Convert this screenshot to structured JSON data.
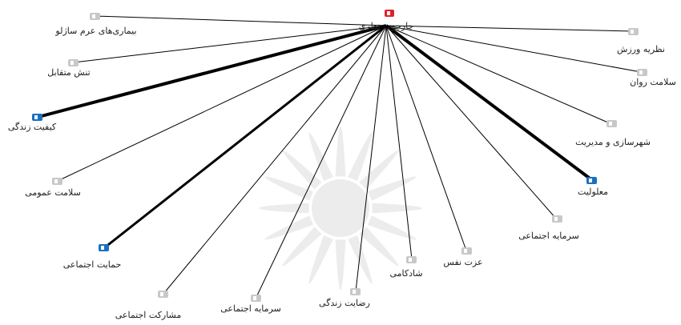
{
  "hub": {
    "label": "چارچوب نظری",
    "color": "#e0202a"
  },
  "colors": {
    "strong": "#1a6fc0",
    "weak": "#c8c8c8",
    "edge": "#000000",
    "watermark": "#ececec"
  },
  "nodes": [
    {
      "id": "n1",
      "label": "بیماری‌های عرم ساژلو",
      "strength": "weak",
      "weight": 1
    },
    {
      "id": "n2",
      "label": "تنش متقابل",
      "strength": "weak",
      "weight": 1
    },
    {
      "id": "n3",
      "label": "کیفیت زندگی",
      "strength": "strong",
      "weight": 4
    },
    {
      "id": "n4",
      "label": "سلامت عمومی",
      "strength": "weak",
      "weight": 1
    },
    {
      "id": "n5",
      "label": "حمایت اجتماعی",
      "strength": "strong",
      "weight": 3
    },
    {
      "id": "n6",
      "label": "مشارکت اجتماعی",
      "strength": "weak",
      "weight": 1
    },
    {
      "id": "n7",
      "label": "سرمایه اجتماعی",
      "strength": "weak",
      "weight": 1
    },
    {
      "id": "n8",
      "label": "رضایت زندگی",
      "strength": "weak",
      "weight": 1
    },
    {
      "id": "n9",
      "label": "شادکامی",
      "strength": "weak",
      "weight": 1
    },
    {
      "id": "n10",
      "label": "عزت نفس",
      "strength": "weak",
      "weight": 1
    },
    {
      "id": "n11",
      "label": "سرمایه اجتماعی",
      "strength": "weak",
      "weight": 1
    },
    {
      "id": "n12",
      "label": "معلولیت",
      "strength": "strong",
      "weight": 4
    },
    {
      "id": "n13",
      "label": "شهرسازی و مدیریت",
      "strength": "weak",
      "weight": 1
    },
    {
      "id": "n14",
      "label": "سلامت روان",
      "strength": "weak",
      "weight": 1
    },
    {
      "id": "n15",
      "label": "نظریه ورزش",
      "strength": "weak",
      "weight": 1
    }
  ]
}
